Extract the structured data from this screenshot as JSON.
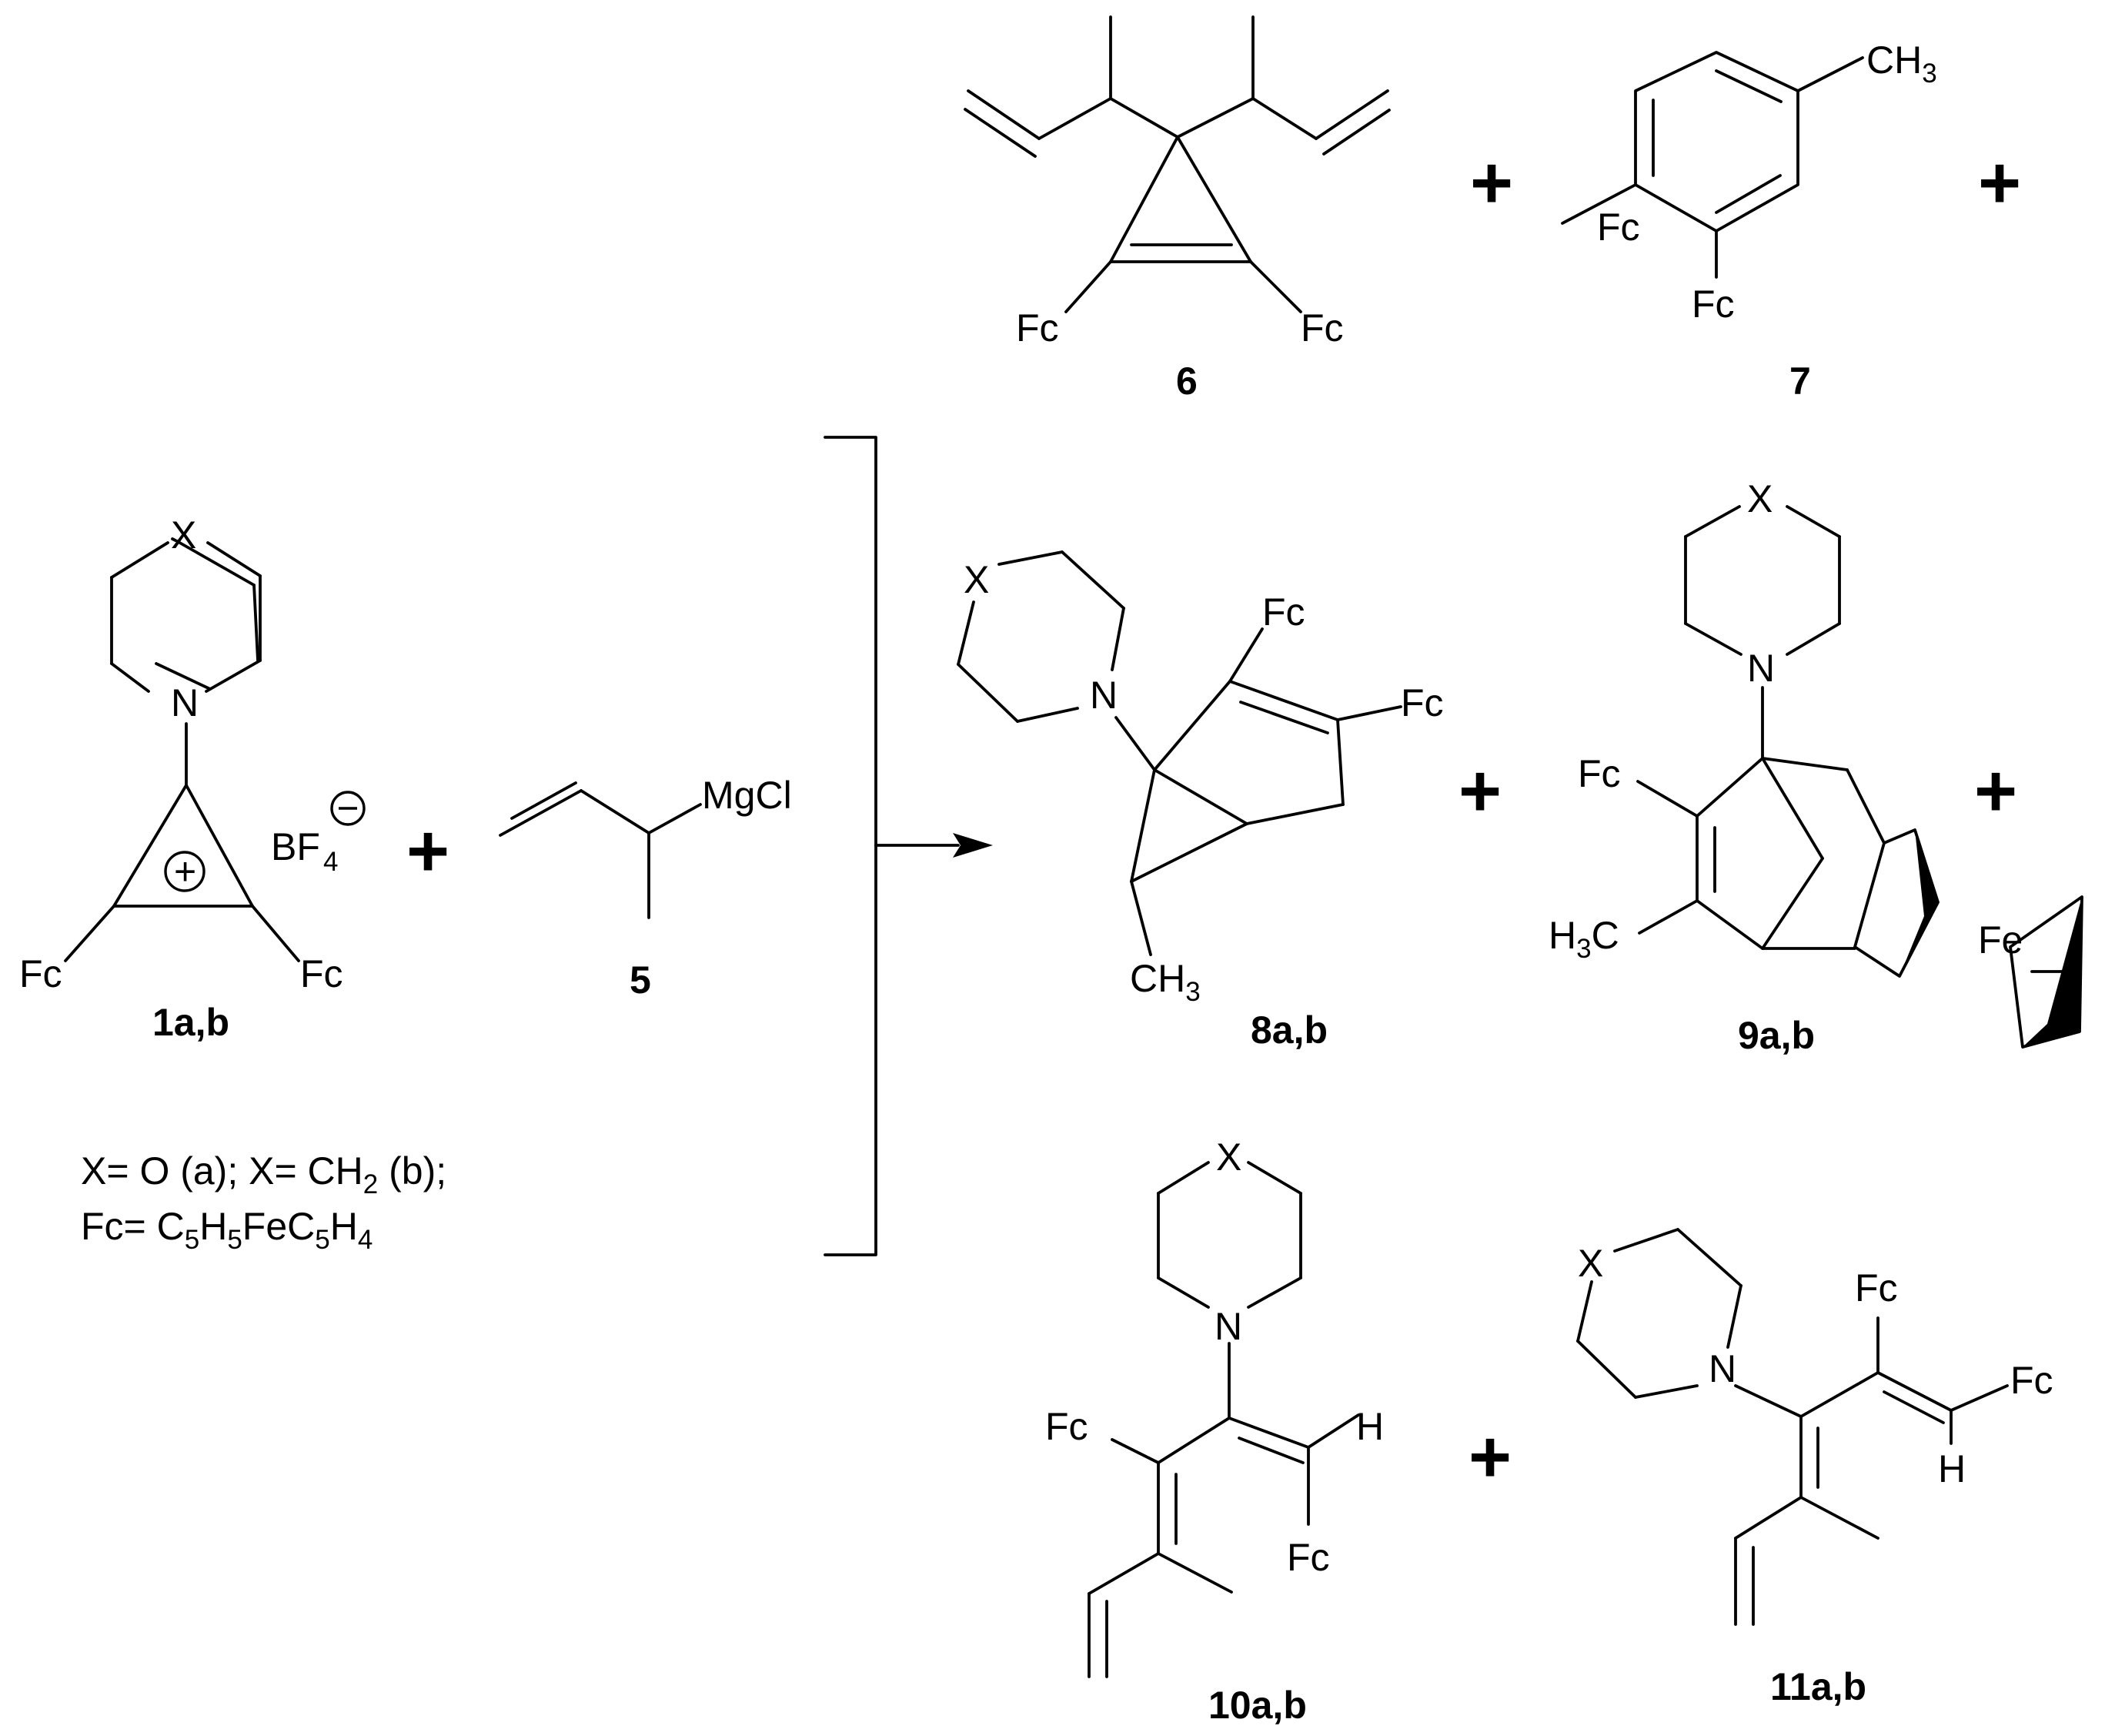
{
  "atoms": {
    "x": "X",
    "n": "N",
    "fc": "Fc",
    "mgcl": "MgCl",
    "bf": "BF",
    "h": "H",
    "fe": "Fe",
    "ch": "CH",
    "c": "C",
    "three": "3",
    "four": "4",
    "five": "5",
    "two": "2"
  },
  "symbols": {
    "plus": "+",
    "cation": "+",
    "anion": "−"
  },
  "labels": {
    "c1": "1a,b",
    "c5": "5",
    "c6": "6",
    "c7": "7",
    "c8": "8a,b",
    "c9": "9a,b",
    "c10": "10a,b",
    "c11": "11a,b"
  },
  "legend": {
    "line1_part1": "X= O (a);  X= CH",
    "line1_part2": " (b);",
    "line2_prefix": "Fc= C",
    "line2_h": "H",
    "line2_fec": "FeC",
    "line2_h2": "H"
  }
}
